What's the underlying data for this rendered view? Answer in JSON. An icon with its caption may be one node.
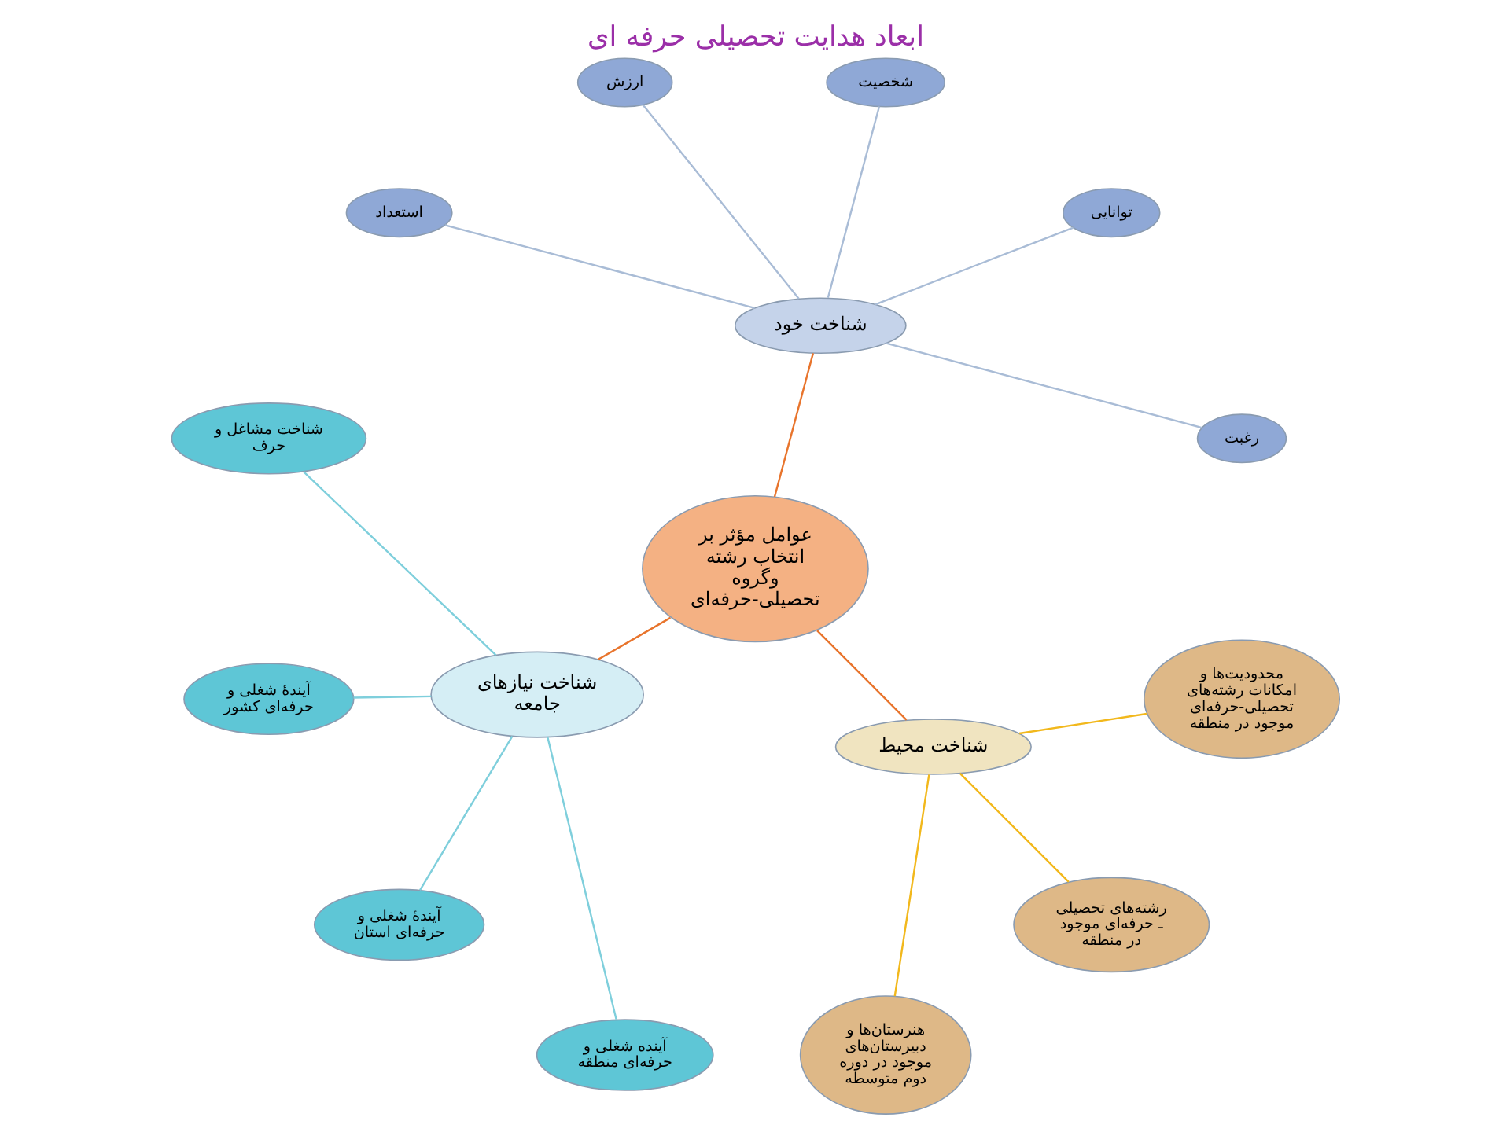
{
  "diagram": {
    "title": "ابعاد هدایت تحصیلی حرفه ای",
    "nodes": [
      {
        "text": [
          "رغبت"
        ]
      },
      {
        "text": [
          "توانایی"
        ]
      },
      {
        "text": [
          "شخصیت"
        ]
      },
      {
        "text": [
          "ارزش"
        ]
      },
      {
        "text": [
          "استعداد"
        ]
      },
      {
        "text": [
          "شناخت خود"
        ]
      },
      {
        "text": [
          "عوامل مؤثر بر انتخاب رشته وگروه تحصیلی-حرفه‌ای"
        ]
      },
      {
        "text": [
          "شناخت مشاغل و حرف"
        ]
      },
      {
        "text": [
          "هنرستان‌ها و دبیرستان‌های موجود در دوره دوم متوسطه"
        ]
      },
      {
        "text": [
          "شناخت نیازهای جامعه"
        ]
      },
      {
        "text": [
          "شناخت محیط"
        ]
      },
      {
        "text": [
          "آیندهٔ شغلی و حرفه‌ای کشور"
        ]
      },
      {
        "text": [
          "رشته‌های تحصیلی ـ حرفه‌ای موجود در منطقه"
        ]
      },
      {
        "text": [
          "آیندهٔ شغلی و حرفه‌ای استان"
        ]
      },
      {
        "text": [
          "آینده شغلی و حرفه‌ای منطقه"
        ]
      },
      {
        "text": [
          "محدودیت‌ها و امکانات رشته‌های تحصیلی-حرفه‌ای موجود در منطقه"
        ]
      }
    ],
    "edges": [
      {
        "from": 6,
        "to": 5,
        "arrow": "none",
        "color": "#e8742c"
      },
      {
        "from": 6,
        "to": 9,
        "arrow": "none",
        "color": "#e8742c"
      },
      {
        "from": 6,
        "to": 10,
        "arrow": "none",
        "color": "#e8742c"
      },
      {
        "from": 5,
        "to": 0,
        "arrow": "none",
        "color": "#a9bcd6"
      },
      {
        "from": 5,
        "to": 1,
        "arrow": "none",
        "color": "#a9bcd6"
      },
      {
        "from": 5,
        "to": 2,
        "arrow": "none",
        "color": "#a9bcd6"
      },
      {
        "from": 5,
        "to": 3,
        "arrow": "none",
        "color": "#a9bcd6"
      },
      {
        "from": 5,
        "to": 4,
        "arrow": "none",
        "color": "#a9bcd6"
      },
      {
        "from": 9,
        "to": 7,
        "arrow": "none",
        "color": "#7fcfdc"
      },
      {
        "from": 9,
        "to": 11,
        "arrow": "none",
        "color": "#7fcfdc"
      },
      {
        "from": 9,
        "to": 13,
        "arrow": "none",
        "color": "#7fcfdc"
      },
      {
        "from": 9,
        "to": 14,
        "arrow": "none",
        "color": "#7fcfdc"
      },
      {
        "from": 10,
        "to": 8,
        "arrow": "none",
        "color": "#f2b81c"
      },
      {
        "from": 10,
        "to": 12,
        "arrow": "none",
        "color": "#f2b81c"
      },
      {
        "from": 10,
        "to": 15,
        "arrow": "none",
        "color": "#f2b81c"
      }
    ]
  }
}
